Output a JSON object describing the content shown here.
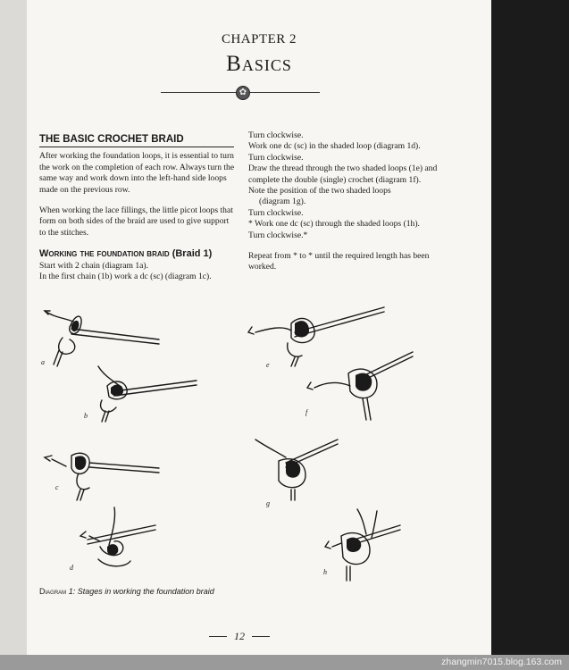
{
  "chapter": "CHAPTER 2",
  "title": "Basics",
  "section1": {
    "heading": "THE BASIC CROCHET BRAID",
    "p1": "After working the foundation loops, it is essential to turn the work on the completion of each row. Always turn the same way and work down into the left-hand side loops made on the previous row.",
    "p2": "When working the lace fillings, the little picot loops that form on both sides of the braid are used to give support to the stitches."
  },
  "section2": {
    "heading_small": "Working the foundation braid",
    "heading_big": "(Braid 1)",
    "lines": [
      "Start with 2 chain (diagram 1a).",
      "In the first chain (1b) work a dc (sc) (diagram 1c)."
    ]
  },
  "right_column": {
    "lines": [
      "Turn clockwise.",
      "Work one dc (sc) in the shaded loop (diagram 1d).",
      "Turn clockwise.",
      "Draw the thread through the two shaded loops (1e) and complete the double (single) crochet (diagram 1f).",
      "Note the position of the two shaded loops",
      "(diagram 1g).",
      "Turn clockwise.",
      "* Work one dc (sc) through the shaded loops (1h).",
      "Turn clockwise.*",
      "Repeat from * to * until the required length has been worked."
    ]
  },
  "diagram_labels": [
    "a",
    "b",
    "c",
    "d",
    "e",
    "f",
    "g",
    "h"
  ],
  "caption": {
    "prefix": "Diagram",
    "text": "1: Stages in working the foundation braid"
  },
  "page_number": "12",
  "watermark": "zhangmin7015.blog.163.com",
  "icons": {
    "ornament": "flower-ornament-icon"
  }
}
